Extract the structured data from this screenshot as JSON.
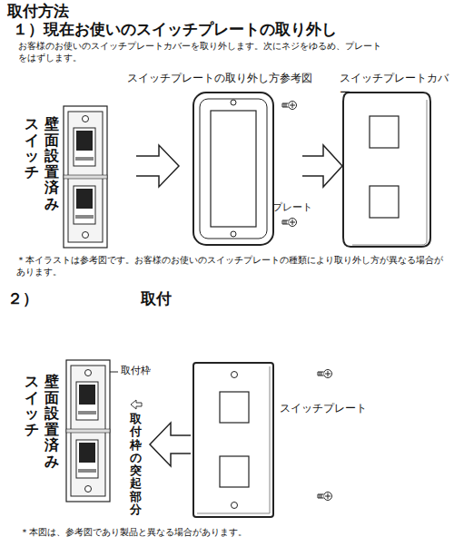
{
  "diagram": {
    "title": "取付方法",
    "labels": [
      "１）現在お使いのスイッチプレートの取り外し",
      "お客様のお使いのスイッチプレートカバーを取り外します。次にネジをゆるめ、プレートをはずします。",
      "スイッチプレートの取り外し方参考図",
      "スイッチプレートカバー",
      "スイッチ",
      "壁面設置済み",
      "プレート",
      "＊本イラストは参考図です。お客様のお使いのスイッチプレートの種類により取り外し方が異なる場合があります。",
      "２）",
      "取付",
      "取付枠",
      "取付枠の突起部分",
      "スイッチ",
      "壁面設置済み",
      "スイッチプレート",
      "＊本図は、参考図であり製品と異なる場合があります。"
    ]
  }
}
